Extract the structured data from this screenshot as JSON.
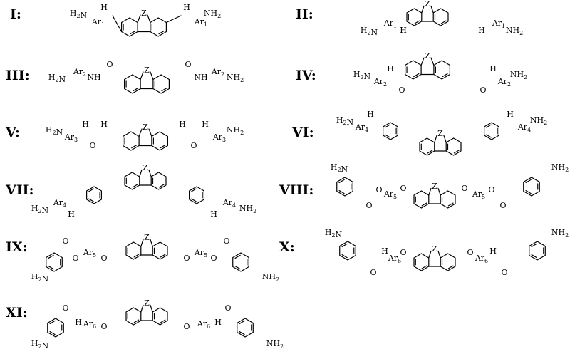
{
  "structures": [
    {
      "label": "I:"
    },
    {
      "label": "II:"
    },
    {
      "label": "III:"
    },
    {
      "label": "IV:"
    },
    {
      "label": "V:"
    },
    {
      "label": "VI:"
    },
    {
      "label": "VII:"
    },
    {
      "label": "VIII:"
    },
    {
      "label": "IX:"
    },
    {
      "label": "X:"
    },
    {
      "label": "XI:"
    }
  ],
  "atoms": {
    "core_bridge": "Z",
    "amine_h2n": "H2N",
    "amine_nh2": "NH2",
    "nh": "NH",
    "n": "N",
    "h": "H",
    "o": "O",
    "ar1": "Ar1",
    "ar2": "Ar2",
    "ar3": "Ar3",
    "ar4": "Ar4",
    "ar5": "Ar5",
    "ar6": "Ar6"
  }
}
